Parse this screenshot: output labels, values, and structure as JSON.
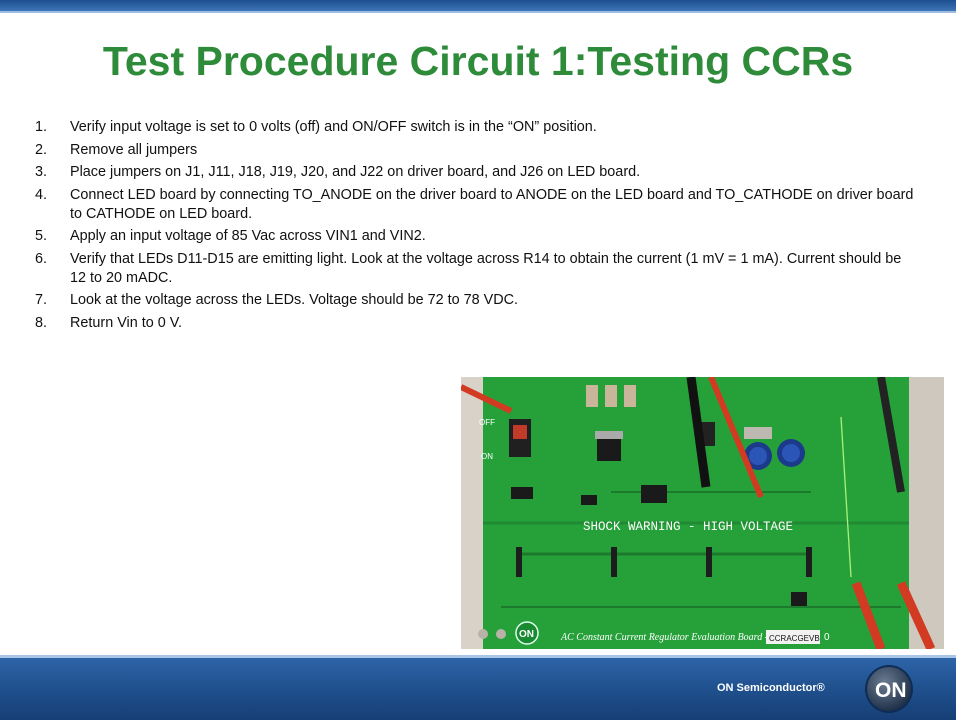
{
  "slide": {
    "title": "Test Procedure Circuit 1:Testing CCRs",
    "steps": [
      {
        "num": "1.",
        "text": "Verify input voltage is set to 0 volts (off) and ON/OFF switch is in the “ON” position."
      },
      {
        "num": "2.",
        "text": "Remove all jumpers"
      },
      {
        "num": "3.",
        "text": "Place jumpers on J1, J11, J18, J19, J20, and J22 on driver board, and J26 on LED board."
      },
      {
        "num": "4.",
        "text": "Connect LED board by connecting TO_ANODE on the driver board to ANODE on the LED board and TO_CATHODE  on driver board to CATHODE  on LED board."
      },
      {
        "num": "5.",
        "text": "Apply an input voltage of 85 Vac across VIN1  and VIN2."
      },
      {
        "num": "6.",
        "text": "Verify that LEDs D11-D15 are emitting light. Look at the voltage across R14 to obtain the current  (1 mV = 1 mA). Current should be 12 to 20 mADC."
      },
      {
        "num": "7.",
        "text": "Look at the voltage across the LEDs. Voltage should be 72 to 78 VDC."
      },
      {
        "num": "8.",
        "text": "Return Vin to 0 V."
      }
    ]
  },
  "board_photo": {
    "warning_label": "SHOCK WARNING  -  HIGH VOLTAGE",
    "board_name": "AC Constant Current Regulator Evaluation Board -",
    "part_number": "CCRACGEVB",
    "revision": "0",
    "off_label": "OFF",
    "on_label": "ON",
    "logo_text": "ON",
    "colors": {
      "pcb": "#27a23b",
      "probe": "#d23a22"
    }
  },
  "footer": {
    "brand": "ON Semiconductor®",
    "logo_text": "ON"
  }
}
